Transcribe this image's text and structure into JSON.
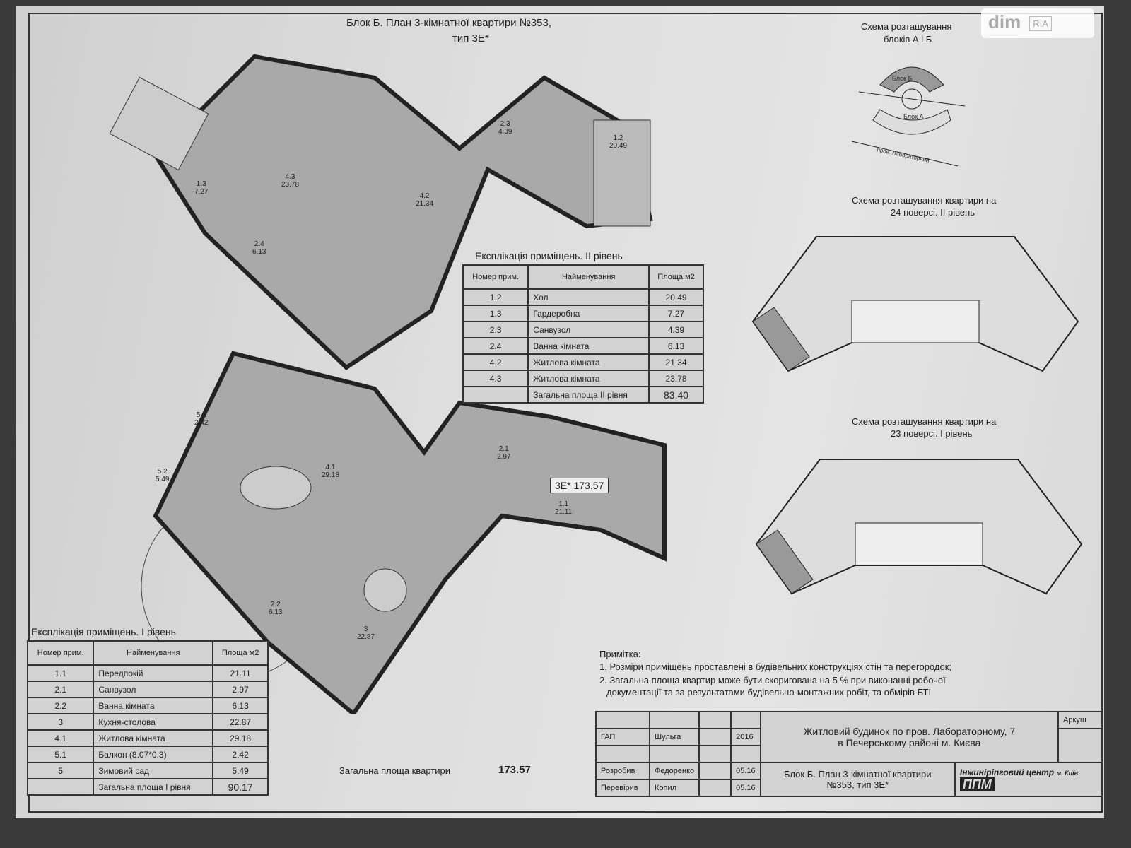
{
  "title": {
    "line1": "Блок Б. План 3-кімнатної квартири №353,",
    "line2": "тип 3Е*"
  },
  "watermark": {
    "brand": "dim",
    "sub": "RIA"
  },
  "upper_plan": {
    "rooms": [
      {
        "num": "1.3",
        "area": "7.27"
      },
      {
        "num": "4.3",
        "area": "23.78"
      },
      {
        "num": "2.3",
        "area": "4.39"
      },
      {
        "num": "1.2",
        "area": "20.49"
      },
      {
        "num": "4.2",
        "area": "21.34"
      },
      {
        "num": "2.4",
        "area": "6.13"
      }
    ]
  },
  "lower_plan": {
    "badge": "3Е* 173.57",
    "rooms": [
      {
        "num": "5.1",
        "area": "2.42"
      },
      {
        "num": "5.2",
        "area": "5.49"
      },
      {
        "num": "4.1",
        "area": "29.18"
      },
      {
        "num": "2.1",
        "area": "2.97"
      },
      {
        "num": "1.1",
        "area": "21.11"
      },
      {
        "num": "2.2",
        "area": "6.13"
      },
      {
        "num": "3",
        "area": "22.87"
      }
    ]
  },
  "table_level2": {
    "title": "Експлікація приміщень. II рівень",
    "headers": [
      "Номер прим.",
      "Найменування",
      "Площа м2"
    ],
    "rows": [
      [
        "1.2",
        "Хол",
        "20.49"
      ],
      [
        "1.3",
        "Гардеробна",
        "7.27"
      ],
      [
        "2.3",
        "Санвузол",
        "4.39"
      ],
      [
        "2.4",
        "Ванна кімната",
        "6.13"
      ],
      [
        "4.2",
        "Житлова кімната",
        "21.34"
      ],
      [
        "4.3",
        "Житлова кімната",
        "23.78"
      ]
    ],
    "total_label": "Загальна площа II рівня",
    "total": "83.40"
  },
  "table_level1": {
    "title": "Експлікація приміщень. I рівень",
    "headers": [
      "Номер прим.",
      "Найменування",
      "Площа м2"
    ],
    "rows": [
      [
        "1.1",
        "Передпокій",
        "21.11"
      ],
      [
        "2.1",
        "Санвузол",
        "2.97"
      ],
      [
        "2.2",
        "Ванна кімната",
        "6.13"
      ],
      [
        "3",
        "Кухня-столова",
        "22.87"
      ],
      [
        "4.1",
        "Житлова кімната",
        "29.18"
      ],
      [
        "5.1",
        "Балкон (8.07*0.3)",
        "2.42"
      ],
      [
        "5",
        "Зимовий сад",
        "5.49"
      ]
    ],
    "total_label": "Загальна площа I рівня",
    "total": "90.17"
  },
  "total_area": {
    "label": "Загальна площа квартири",
    "value": "173.57"
  },
  "schemes": {
    "blocks": {
      "title1": "Схема розташування",
      "title2": "блоків А і Б",
      "block_b": "Блок Б",
      "block_a": "Блок А",
      "street": "пров. Лабораторний"
    },
    "floor24": {
      "title1": "Схема розташування квартири на",
      "title2": "24 поверсі. II рівень"
    },
    "floor23": {
      "title1": "Схема розташування квартири на",
      "title2": "23 поверсі. I рівень"
    }
  },
  "notes": {
    "heading": "Примітка:",
    "items": [
      "1. Розміри приміщень проставлені в будівельних конструкціях стін та перегородок;",
      "2. Загальна площа квартир може бути скоригована на 5 % при виконанні робочої",
      "документації та за результатами будівельно-монтажних робіт, та обмірів БТІ"
    ]
  },
  "title_block": {
    "rows": [
      [
        "ГАП",
        "Шульга",
        "2016"
      ],
      [
        "Розробив",
        "Федоренко",
        "05.16"
      ],
      [
        "Перевірив",
        "Копил",
        "05.16"
      ]
    ],
    "project1": "Житловий будинок по пров. Лабораторному, 7",
    "project2": "в Печерському районі м. Києва",
    "sheet1": "Блок Б. План 3-кімнатної квартири",
    "sheet2": "№353, тип 3Е*",
    "sheet_label": "Аркуш",
    "company1": "Інжинірinговий",
    "company2": "центр",
    "company3": "м. Київ",
    "logo": "ППМ"
  }
}
